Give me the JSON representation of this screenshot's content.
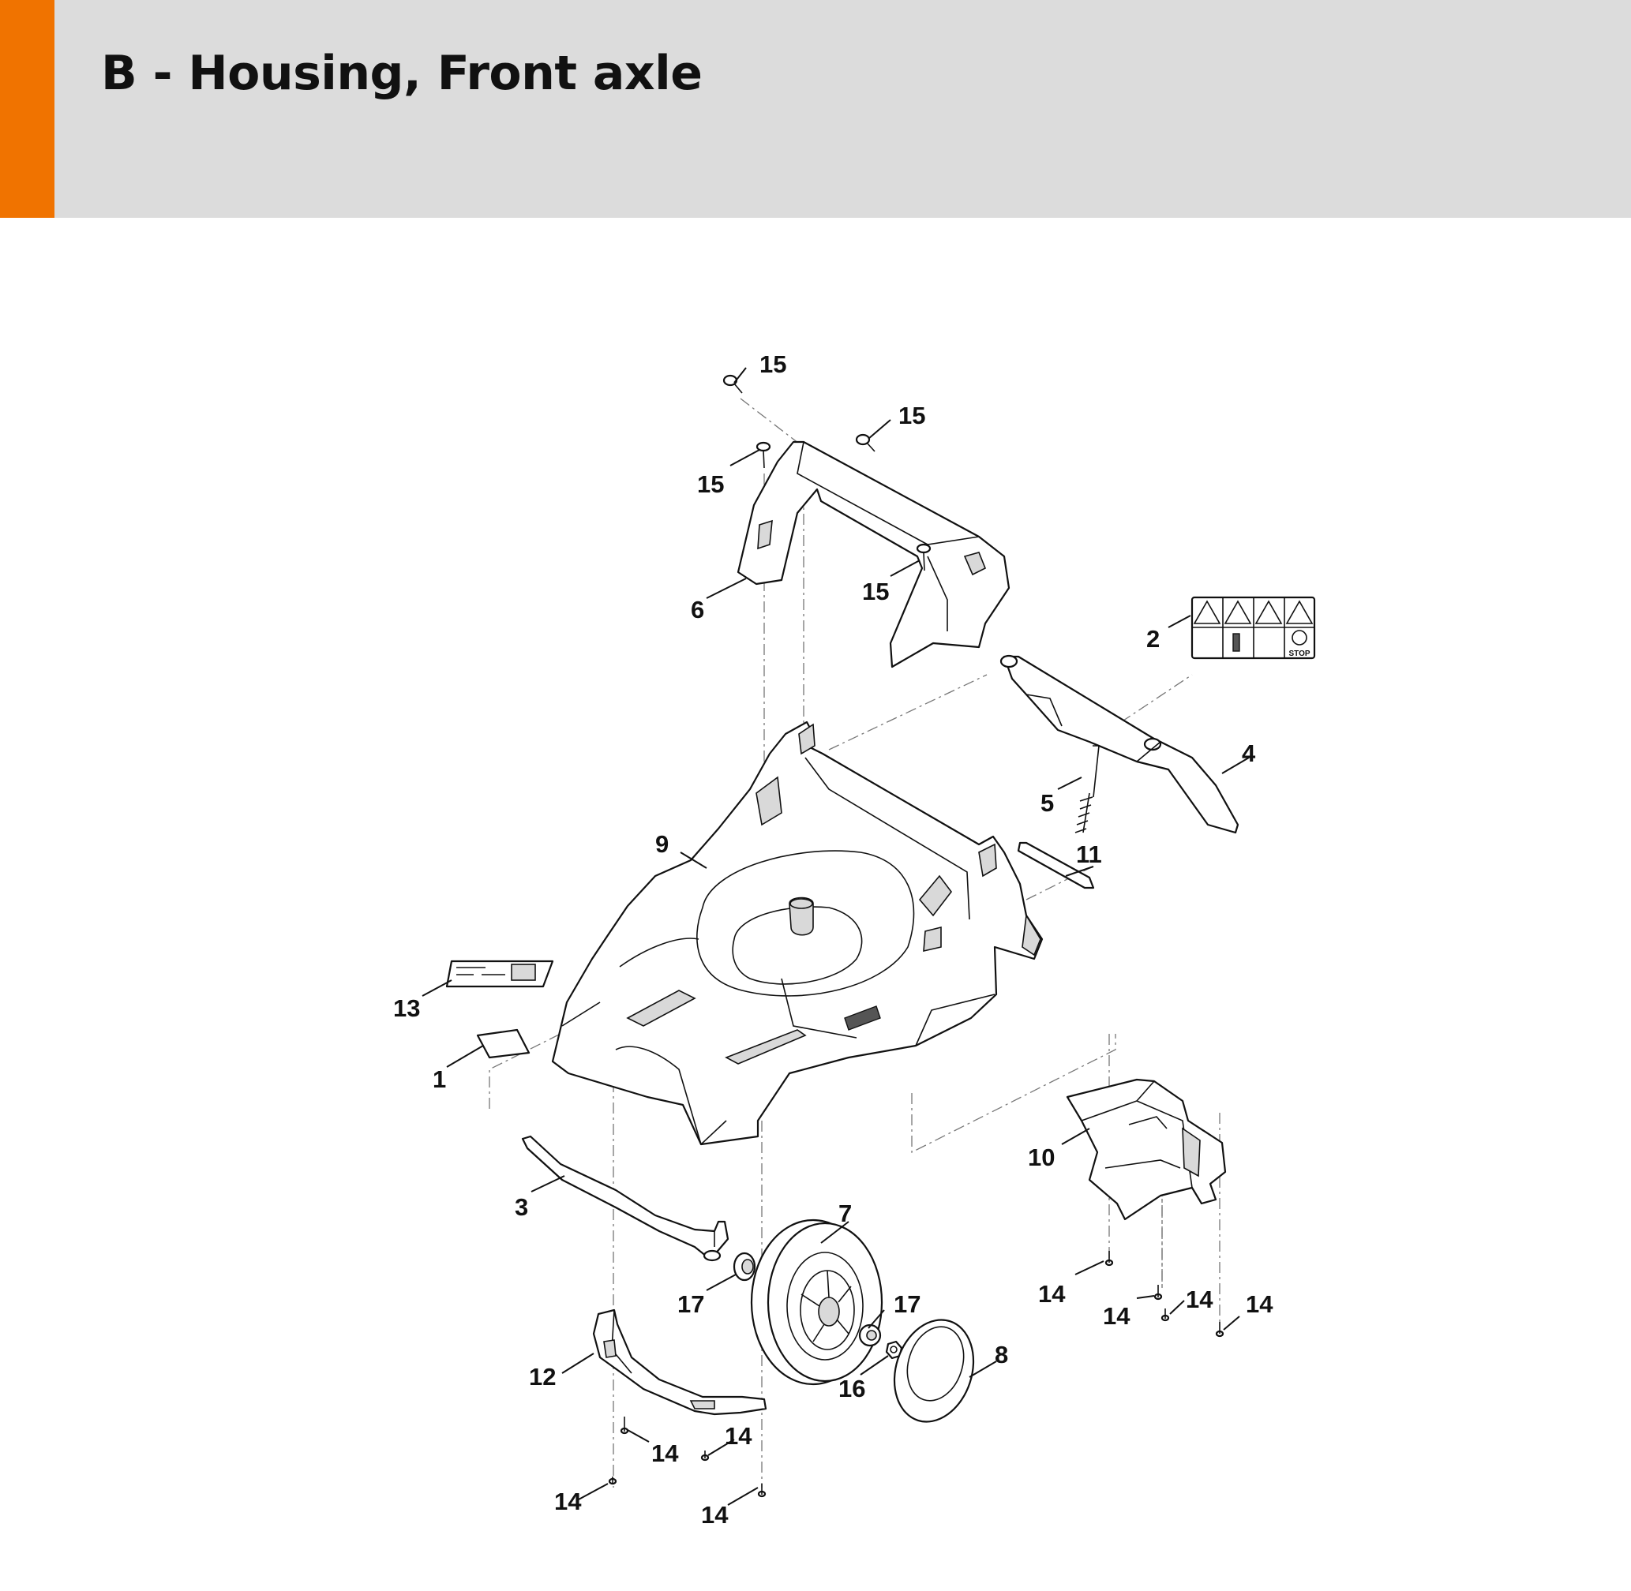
{
  "header": {
    "title": "B - Housing, Front axle",
    "accent_color": "#f07300",
    "background_color": "#dcdcdc"
  },
  "callouts": [
    {
      "id": "c15a",
      "label": "15"
    },
    {
      "id": "c15b",
      "label": "15"
    },
    {
      "id": "c15c",
      "label": "15"
    },
    {
      "id": "c15d",
      "label": "15"
    },
    {
      "id": "c6",
      "label": "6"
    },
    {
      "id": "c2",
      "label": "2"
    },
    {
      "id": "c4",
      "label": "4"
    },
    {
      "id": "c5",
      "label": "5"
    },
    {
      "id": "c9",
      "label": "9"
    },
    {
      "id": "c11",
      "label": "11"
    },
    {
      "id": "c13",
      "label": "13"
    },
    {
      "id": "c1",
      "label": "1"
    },
    {
      "id": "c10",
      "label": "10"
    },
    {
      "id": "c3",
      "label": "3"
    },
    {
      "id": "c7",
      "label": "7"
    },
    {
      "id": "c17a",
      "label": "17"
    },
    {
      "id": "c17b",
      "label": "17"
    },
    {
      "id": "c16",
      "label": "16"
    },
    {
      "id": "c8",
      "label": "8"
    },
    {
      "id": "c12",
      "label": "12"
    },
    {
      "id": "c14a",
      "label": "14"
    },
    {
      "id": "c14b",
      "label": "14"
    },
    {
      "id": "c14c",
      "label": "14"
    },
    {
      "id": "c14d",
      "label": "14"
    },
    {
      "id": "c14e",
      "label": "14"
    },
    {
      "id": "c14f",
      "label": "14"
    },
    {
      "id": "c14g",
      "label": "14"
    },
    {
      "id": "c14h",
      "label": "14"
    }
  ],
  "decal": {
    "stop_text": "STOP"
  }
}
